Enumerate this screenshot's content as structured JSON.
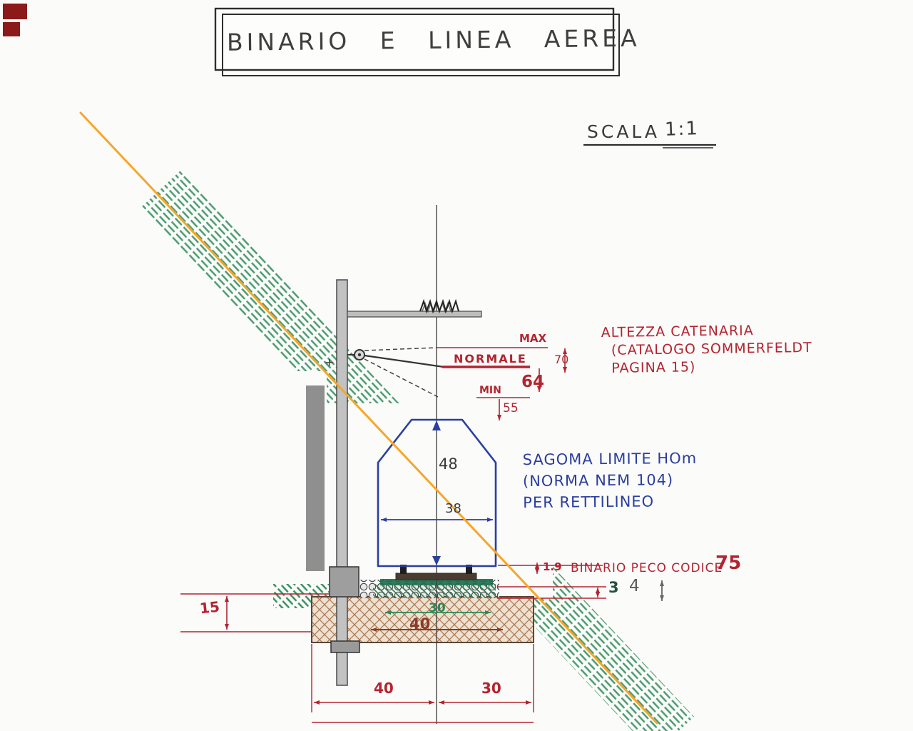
{
  "header": {
    "title": "BINARIO E LINEA AEREA",
    "scale_label": "SCALA",
    "scale_value": "1:1"
  },
  "catenary": {
    "max_label": "MAX",
    "normale_label": "NORMALE",
    "min_label": "MIN",
    "max_height": "70",
    "normale_height": "64",
    "min_height": "55",
    "note_line1": "ALTEZZA CATENARIA",
    "note_line2": "(CATALOGO SOMMERFELDT",
    "note_line3": "PAGINA 15)"
  },
  "gauge": {
    "height": "48",
    "width": "38",
    "note_line1": "SAGOMA LIMITE HOm",
    "note_line2": "(NORMA NEM 104)",
    "note_line3": "PER RETTILINEO"
  },
  "track": {
    "rail_height": "1.9",
    "label": "BINARIO PECO CODICE",
    "rail_code": "75",
    "dim_3": "3",
    "dim_4": "4",
    "ballast_width": "30",
    "roadbed_width": "40",
    "depth": "15",
    "span_left": "40",
    "span_right": "30",
    "plus_mark": "+"
  },
  "colors": {
    "red_ink": "#b32430",
    "blue_ink": "#2b3f9e",
    "green_pencil": "#2f8656",
    "dark_green": "#1e6e4e",
    "brown": "#8b3a2a",
    "cork_hatch": "#aa7c5a",
    "orange_line": "#f6a62b",
    "pencil": "#3b3b3b",
    "maroon_marks": "#8c1a1a"
  }
}
